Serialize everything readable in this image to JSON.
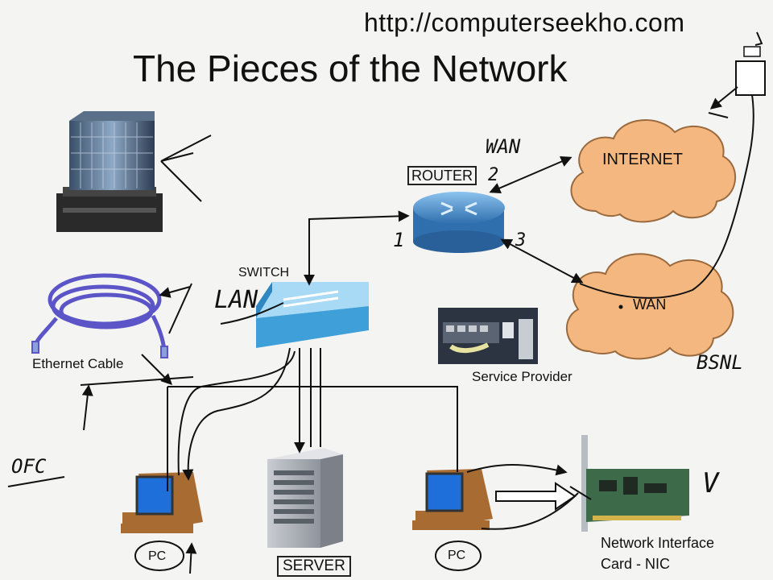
{
  "header": {
    "site_url": "http://computerseekho.com",
    "title": "The Pieces of the Network"
  },
  "labels": {
    "router": "ROUTER",
    "switch": "SWITCH",
    "internet": "INTERNET",
    "wan_cloud": "WAN",
    "ethernet_cable": "Ethernet Cable",
    "service_provider": "Service Provider",
    "server": "SERVER",
    "nic_line1": "Network Interface",
    "nic_line2": "Card - NIC",
    "pc_left": "PC",
    "pc_right": "PC"
  },
  "annotations": {
    "wan_top": "WAN",
    "lan": "LAN",
    "ofc": "OFC",
    "bsnl": "BSNL",
    "port_2": "2",
    "port_1": "1",
    "port_3": "3",
    "check_mark": "V"
  },
  "colors": {
    "cloud_fill": "#f4b77f",
    "cloud_stroke": "#9a6a3e",
    "router_blue": "#4f8fd0",
    "switch_blue": "#6fb6e6",
    "cable_purple": "#5b55c8",
    "pc_screen": "#1e6fd9",
    "pc_body": "#a86b32",
    "nic_green": "#3d6b4a",
    "line": "#111111"
  },
  "icons": [
    "building-icon",
    "router-icon",
    "switch-icon",
    "internet-cloud-icon",
    "wan-cloud-icon",
    "ethernet-cable-icon",
    "service-provider-icon",
    "server-icon",
    "pc-icon",
    "nic-card-icon",
    "monitor-device-icon"
  ]
}
